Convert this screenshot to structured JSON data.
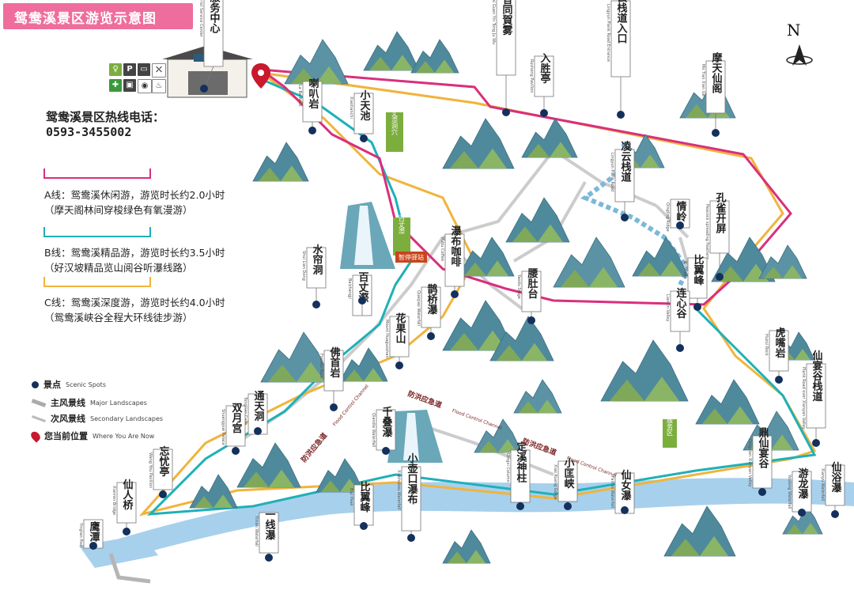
{
  "title": "鸳鸯溪景区游览示意图",
  "hotline": {
    "label": "鸳鸯溪景区热线电话：",
    "number": "0593-3455002"
  },
  "routes": [
    {
      "id": "A",
      "color": "#d92f7d",
      "line1": "A线：鸳鸯溪休闲游，游览时长约2.0小时",
      "line2": "（摩天阁林间穿梭绿色有氧漫游）"
    },
    {
      "id": "B",
      "color": "#1fb0b8",
      "line1": "B线：鸳鸯溪精品游，游览时长约3.5小时",
      "line2": "（好汉坡精品览山阅谷听瀑线路）"
    },
    {
      "id": "C",
      "color": "#f0b43c",
      "line1": "C线：鸳鸯溪深度游，游览时长约4.0小时",
      "line2": "（鸳鸯溪峡谷全程大环线徒步游）"
    }
  ],
  "legend": [
    {
      "zh": "景点",
      "en": "Scenic Spots",
      "icon": "dot-icon"
    },
    {
      "zh": "主风景线",
      "en": "Major Landscapes",
      "icon": "major-line-icon"
    },
    {
      "zh": "次风景线",
      "en": "Secondary Landscapes",
      "icon": "secondary-line-icon"
    },
    {
      "zh": "您当前位置",
      "en": "Where You Are Now",
      "icon": "location-pin-icon"
    }
  ],
  "compass": "N",
  "colors": {
    "river": "#9fcbea",
    "mountain": "#4f8fa0",
    "mountain_green": "#7fa85a",
    "gray_path": "#c8c8c8",
    "spot": "#14305c",
    "pin": "#c8192e",
    "hall": "#7cae3e"
  },
  "facility_icons": [
    "restroom-icon",
    "parking-icon",
    "bus-icon",
    "dining-icon",
    "first-aid-icon",
    "luggage-icon",
    "camera-icon",
    "food-icon"
  ],
  "spots": [
    {
      "zh": "游客服务中心",
      "en": "Tourist Service Center"
    },
    {
      "zh": "喇叭岩",
      "en": "La Ba Rock"
    },
    {
      "zh": "小天池",
      "en": "Xiaotianchi"
    },
    {
      "zh": "如来观音同賀雾",
      "en": "Ru Lai Guan Yin Tong Ju Wu"
    },
    {
      "zh": "入胜亭",
      "en": "Rusheng Pavilion"
    },
    {
      "zh": "凌云栈道入口",
      "en": "Lingyun Plank Road Entrance"
    },
    {
      "zh": "摩天仙阁",
      "en": "Mo Tian Xian Ge"
    },
    {
      "zh": "凌云栈道",
      "en": "Lingyun Plank Road"
    },
    {
      "zh": "情岭",
      "en": "Qingling Ridge"
    },
    {
      "zh": "孔雀开屏",
      "en": "Peacock spreading Feathers"
    },
    {
      "zh": "比翼峰",
      "en": "Biyi Peak"
    },
    {
      "zh": "水帘洞",
      "en": "Shui Lian Dong"
    },
    {
      "zh": "百丈漈",
      "en": "Baizhangji"
    },
    {
      "zh": "瀑布咖啡",
      "en": "Pubu Coffee"
    },
    {
      "zh": "腰肚台",
      "en": "Yaodu Stage"
    },
    {
      "zh": "鹊桥瀑",
      "en": "Queqiao Waterfall"
    },
    {
      "zh": "花果山",
      "en": "Mount Huaguoshan"
    },
    {
      "zh": "连心谷",
      "en": "Lianxin Valley"
    },
    {
      "zh": "虎嘴岩",
      "en": "Huzui Rock"
    },
    {
      "zh": "仙宴谷栈道",
      "en": "Plank Road over Xianyan Valley"
    },
    {
      "zh": "佛首岩",
      "en": "Foshou Rock"
    },
    {
      "zh": "通天洞",
      "en": "Tongtian Cave"
    },
    {
      "zh": "双月宫",
      "en": "Shuangyue Palace"
    },
    {
      "zh": "千叠瀑",
      "en": "Qiandie Waterfall"
    },
    {
      "zh": "忘忧亭",
      "en": "Wang You Pavilion"
    },
    {
      "zh": "仙人桥",
      "en": "Xianren Bridge"
    },
    {
      "zh": "鹰潭",
      "en": "Yingtan Pool"
    },
    {
      "zh": "一线瀑",
      "en": "Yixian Waterfall"
    },
    {
      "zh": "比翼峰",
      "en": "Biyi Peak"
    },
    {
      "zh": "小壶口瀑布",
      "en": "Xiaohukou Waterfall"
    },
    {
      "zh": "定溪神柱",
      "en": "Dingxi Column"
    },
    {
      "zh": "小匡峡",
      "en": "Xiao Kuang Gorge"
    },
    {
      "zh": "仙女瀑",
      "en": "Fairies Waterfall"
    },
    {
      "zh": "鼎仙宴谷",
      "en": "Dingxian Xianyan Valley"
    },
    {
      "zh": "游龙瀑",
      "en": "Youlong Waterfall"
    },
    {
      "zh": "仙浴瀑",
      "en": "Xianyu Waterfall"
    }
  ],
  "halls": [
    {
      "zh": "百丈漈洞穴",
      "en": ""
    },
    {
      "zh": "百丈漈",
      "en": ""
    },
    {
      "zh": "智停驿站",
      "en": ""
    },
    {
      "zh": "服务区",
      "en": ""
    }
  ],
  "channels": [
    {
      "zh": "防洪应急道",
      "en": "Flood Control Channel"
    },
    {
      "zh": "防洪应急道",
      "en": "Flood Control Channel"
    },
    {
      "zh": "防洪应急道",
      "en": "Flood Control Channel"
    }
  ]
}
